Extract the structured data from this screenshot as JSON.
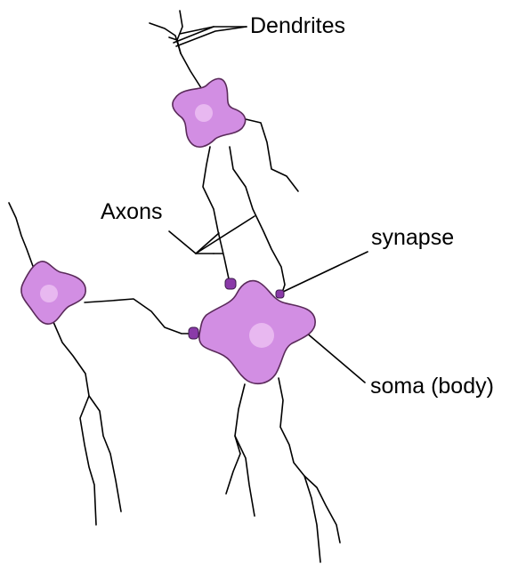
{
  "labels": {
    "dendrites": "Dendrites",
    "axons": "Axons",
    "synapse": "synapse",
    "soma": "soma (body)"
  },
  "colors": {
    "cell_fill": "#d28ee3",
    "nucleus_fill": "#e8b8f0",
    "synapse_knob": "#8a3aa8",
    "line": "#000000"
  }
}
